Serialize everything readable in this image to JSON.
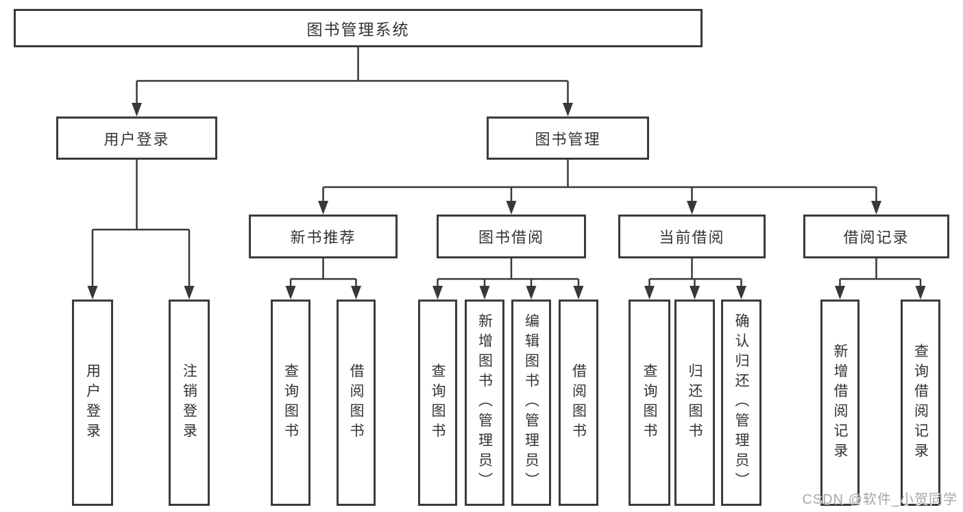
{
  "diagram": {
    "title": "图书管理系统",
    "level2": {
      "user_login": "用户登录",
      "book_management": "图书管理"
    },
    "level3": {
      "new_book_recommend": "新书推荐",
      "book_borrow": "图书借阅",
      "current_borrow": "当前借阅",
      "borrow_record": "借阅记录"
    },
    "leaves": {
      "user_login": "用户登录",
      "logout": "注销登录",
      "nbr_query_book": "查询图书",
      "nbr_borrow_book": "借阅图书",
      "bb_query_book": "查询图书",
      "bb_add_book": "新增图书（管理员）",
      "bb_edit_book": "编辑图书（管理员）",
      "bb_borrow_book": "借阅图书",
      "cb_query_book": "查询图书",
      "cb_return_book": "归还图书",
      "cb_confirm_return": "确认归还（管理员）",
      "br_add_record": "新增借阅记录",
      "br_query_record": "查询借阅记录"
    }
  },
  "watermark": "CSDN @软件_小贺同学",
  "colors": {
    "line": "#383838",
    "text": "#333333",
    "watermark_text": "#a6a6a6"
  }
}
